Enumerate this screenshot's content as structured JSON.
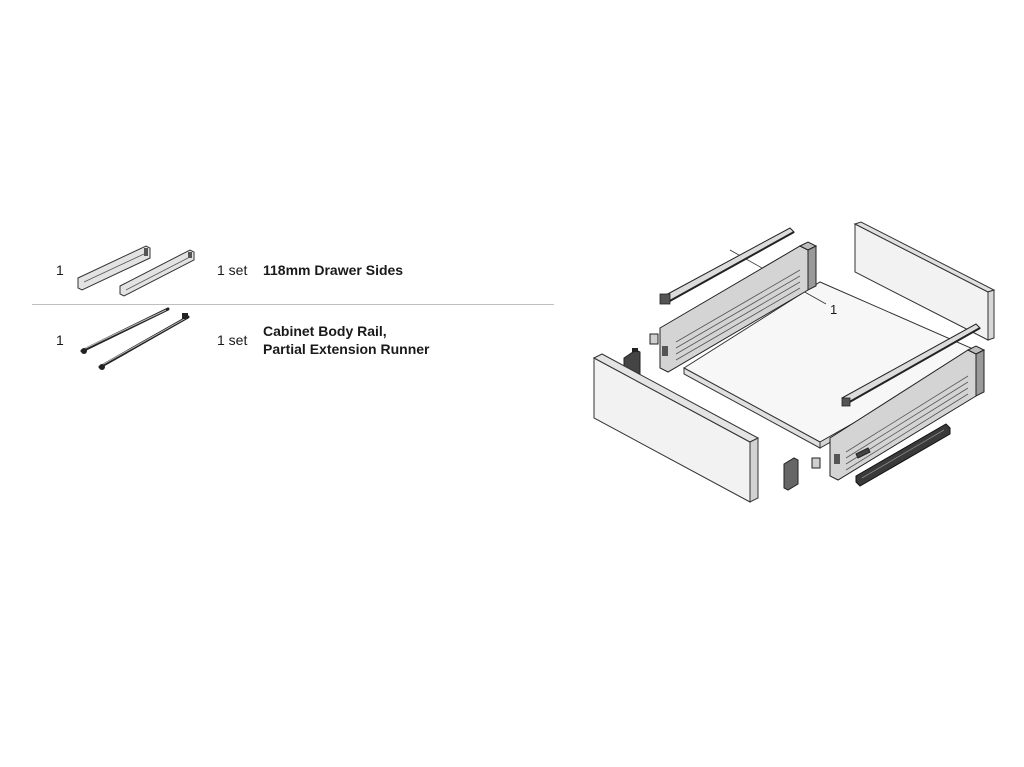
{
  "parts": [
    {
      "qty": "1",
      "set": "1 set",
      "description": [
        "118mm Drawer Sides"
      ],
      "icon": "drawer-sides-icon"
    },
    {
      "qty": "1",
      "set": "1 set",
      "description": [
        "Cabinet Body Rail,",
        "Partial Extension Runner"
      ],
      "icon": "runner-rails-icon"
    }
  ],
  "diagram": {
    "callout": "1"
  },
  "colors": {
    "line": "#333333",
    "metal": "#cfcfcf",
    "panel": "#f2f2f2",
    "dark": "#2a2a2a"
  }
}
